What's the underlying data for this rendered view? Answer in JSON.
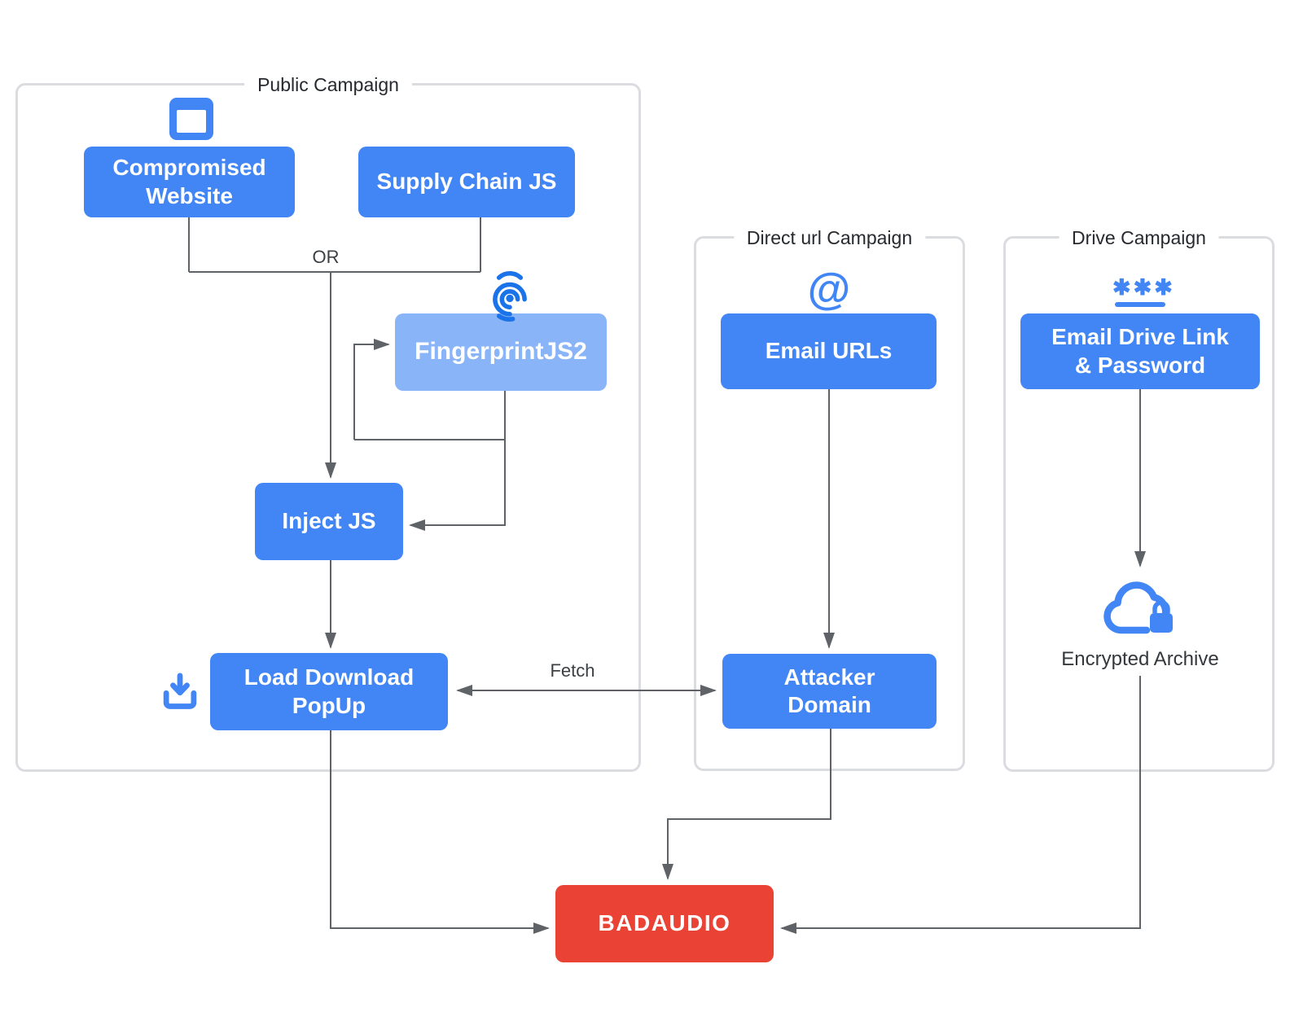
{
  "colors": {
    "box_blue": "#4285F4",
    "box_blue_light": "#8AB4F8",
    "badaudio_red": "#EA4335",
    "line": "#5F6368",
    "border": "#DADCE0",
    "label": "#3C4043",
    "icon_blue": "#4285F4",
    "icon_blue_dark": "#1A73E8",
    "node_text": "#FFFFFF"
  },
  "groups": {
    "public_campaign": {
      "title": "Public Campaign"
    },
    "direct_url_campaign": {
      "title": "Direct url Campaign"
    },
    "drive_campaign": {
      "title": "Drive Campaign"
    }
  },
  "nodes": {
    "compromised_website": {
      "label": "Compromised\nWebsite"
    },
    "supply_chain_js": {
      "label": "Supply Chain JS"
    },
    "fingerprintjs2": {
      "label": "FingerprintJS2"
    },
    "inject_js": {
      "label": "Inject JS"
    },
    "load_download_popup": {
      "label": "Load Download\nPopUp"
    },
    "email_urls": {
      "label": "Email URLs"
    },
    "attacker_domain": {
      "label": "Attacker\nDomain"
    },
    "email_drive_link_password": {
      "label": "Email Drive Link\n& Password"
    },
    "badaudio": {
      "label": "BADAUDIO"
    },
    "encrypted_archive": {
      "label": "Encrypted Archive"
    }
  },
  "edge_labels": {
    "or": "OR",
    "fetch": "Fetch"
  },
  "icons": {
    "at_glyph": "@",
    "password_glyph": "✱✱✱"
  }
}
